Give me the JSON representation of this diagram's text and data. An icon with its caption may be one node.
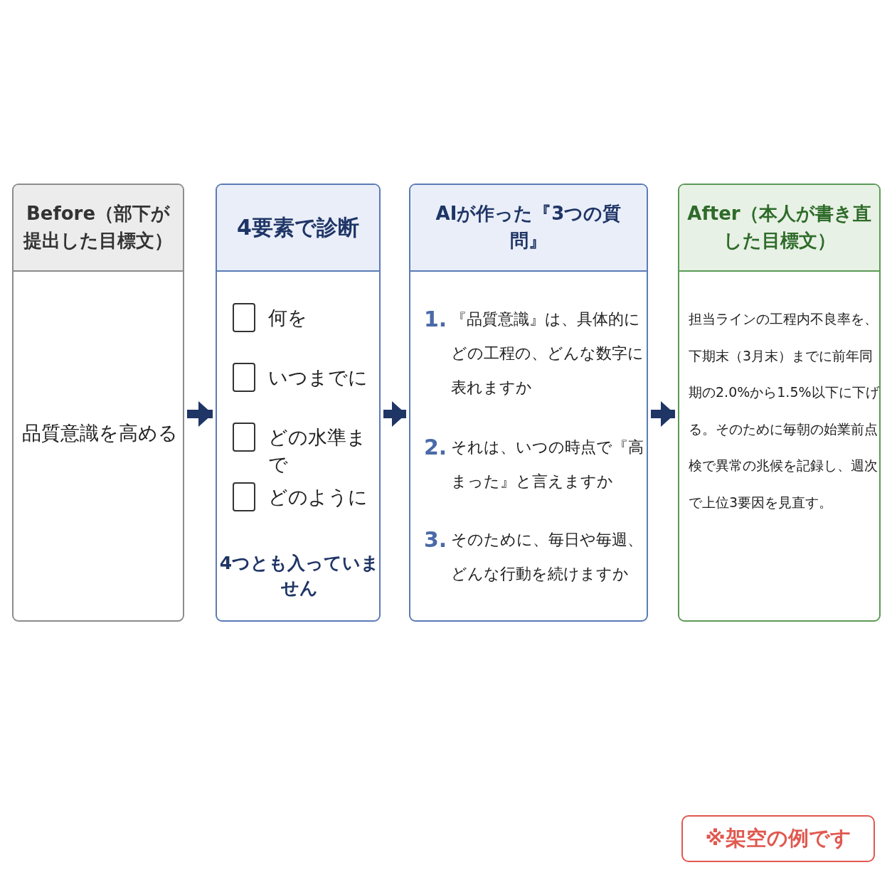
{
  "diagram": {
    "nodes": [
      {
        "text": [
          "Before（部下が提出した目標文）",
          "品質意識を高める"
        ]
      },
      {
        "text": [
          "4要素で診断",
          "何を",
          "いつまでに",
          "どの水準まで",
          "どのように",
          "4つとも入っていません"
        ]
      },
      {
        "text": [
          "AIが作った『3つの質問』",
          "1.『品質意識』は、具体的にどの工程の、どんな数字に表れますか",
          "2. それは、いつの時点で『高まった』と言えますか",
          "3. そのために、毎日や毎週、どんな行動を続けますか"
        ]
      },
      {
        "text": [
          "After（本人が書き直した目標文）",
          "担当ラインの工程内不良率を、下期末（3月末）までに前年同期の2.0%から1.5%以下に下げる。そのために毎朝の始業前点検で異常の兆候を記録し、週次で上位3要因を見直す。"
        ]
      },
      {
        "text": [
          "※架空の例です"
        ]
      }
    ],
    "edges": [
      {
        "from": 0,
        "to": 1,
        "arrow": "to"
      },
      {
        "from": 1,
        "to": 2,
        "arrow": "to"
      },
      {
        "from": 2,
        "to": 3,
        "arrow": "to"
      }
    ]
  }
}
